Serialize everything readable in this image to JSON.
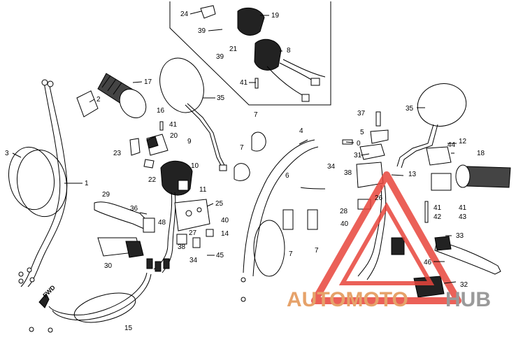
{
  "callouts": [
    {
      "id": "24",
      "text": "24"
    },
    {
      "id": "19",
      "text": "19"
    },
    {
      "id": "39a",
      "text": "39"
    },
    {
      "id": "21",
      "text": "21"
    },
    {
      "id": "39b",
      "text": "39"
    },
    {
      "id": "8",
      "text": "8"
    },
    {
      "id": "41a",
      "text": "41"
    },
    {
      "id": "17",
      "text": "17"
    },
    {
      "id": "2",
      "text": "2"
    },
    {
      "id": "35a",
      "text": "35"
    },
    {
      "id": "16",
      "text": "16"
    },
    {
      "id": "41b",
      "text": "41"
    },
    {
      "id": "20",
      "text": "20"
    },
    {
      "id": "3",
      "text": "3"
    },
    {
      "id": "1",
      "text": "1"
    },
    {
      "id": "23",
      "text": "23"
    },
    {
      "id": "22",
      "text": "22"
    },
    {
      "id": "9",
      "text": "9"
    },
    {
      "id": "10",
      "text": "10"
    },
    {
      "id": "11",
      "text": "11"
    },
    {
      "id": "29",
      "text": "29"
    },
    {
      "id": "36",
      "text": "36"
    },
    {
      "id": "48",
      "text": "48"
    },
    {
      "id": "25",
      "text": "25"
    },
    {
      "id": "40a",
      "text": "40"
    },
    {
      "id": "27",
      "text": "27"
    },
    {
      "id": "14",
      "text": "14"
    },
    {
      "id": "38a",
      "text": "38"
    },
    {
      "id": "30",
      "text": "30"
    },
    {
      "id": "34a",
      "text": "34"
    },
    {
      "id": "45",
      "text": "45"
    },
    {
      "id": "15",
      "text": "15"
    },
    {
      "id": "7a",
      "text": "7"
    },
    {
      "id": "7b",
      "text": "7"
    },
    {
      "id": "4",
      "text": "4"
    },
    {
      "id": "0",
      "text": "0"
    },
    {
      "id": "6",
      "text": "6"
    },
    {
      "id": "7c",
      "text": "7"
    },
    {
      "id": "7d",
      "text": "7"
    },
    {
      "id": "37",
      "text": "37"
    },
    {
      "id": "35b",
      "text": "35"
    },
    {
      "id": "5",
      "text": "5"
    },
    {
      "id": "31",
      "text": "31"
    },
    {
      "id": "34b",
      "text": "34"
    },
    {
      "id": "38b",
      "text": "38"
    },
    {
      "id": "26",
      "text": "26"
    },
    {
      "id": "13",
      "text": "13"
    },
    {
      "id": "44",
      "text": "44"
    },
    {
      "id": "12",
      "text": "12"
    },
    {
      "id": "18",
      "text": "18"
    },
    {
      "id": "28",
      "text": "28"
    },
    {
      "id": "40b",
      "text": "40"
    },
    {
      "id": "41c",
      "text": "41"
    },
    {
      "id": "42",
      "text": "42"
    },
    {
      "id": "41d",
      "text": "41"
    },
    {
      "id": "43",
      "text": "43"
    },
    {
      "id": "33",
      "text": "33"
    },
    {
      "id": "46",
      "text": "46"
    },
    {
      "id": "32",
      "text": "32"
    }
  ],
  "fwd_label": "FWD",
  "watermark": {
    "part_a": "AUTOMOTO",
    "part_b": "HUB"
  },
  "colors": {
    "ink": "#000000",
    "watermark_red": "#e8453c",
    "watermark_orange": "#e6a26a",
    "watermark_gray": "#9a9a9a"
  }
}
